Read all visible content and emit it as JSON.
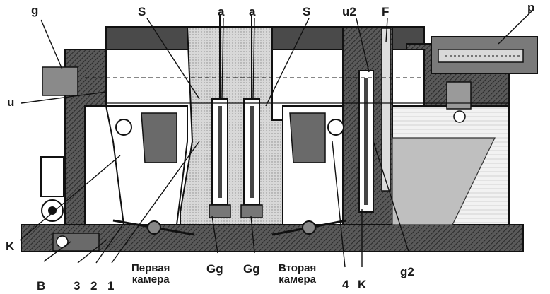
{
  "labels": {
    "g_top": "g",
    "S_left": "S",
    "a_left": "a",
    "a_right": "a",
    "S_right": "S",
    "u2": "u2",
    "F": "F",
    "p": "p",
    "u": "u",
    "K_left": "K",
    "B": "B",
    "n3": "3",
    "n2": "2",
    "n1": "1",
    "Gg_left": "Gg",
    "Gg_right": "Gg",
    "n4": "4",
    "K_right": "K",
    "g2": "g2"
  },
  "captions": {
    "first_chamber_line1": "Первая",
    "first_chamber_line2": "камера",
    "second_chamber_line1": "Вторая",
    "second_chamber_line2": "камера"
  }
}
